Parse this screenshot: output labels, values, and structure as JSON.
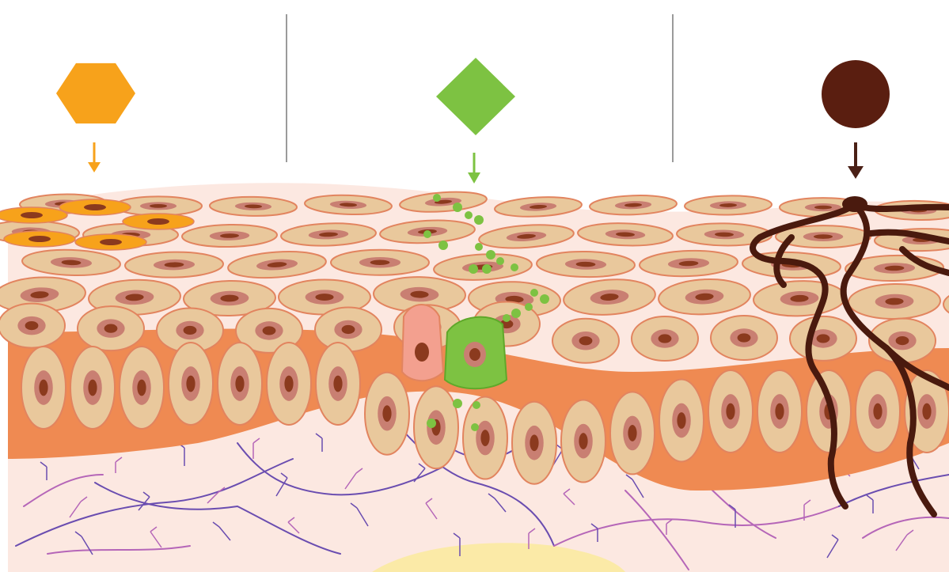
{
  "panels": [
    {
      "id": "irritant-panel",
      "marker_shape": "hexagon",
      "marker_color": "#F7A21B",
      "arrow_color": "#F7A21B"
    },
    {
      "id": "allergen-panel",
      "marker_shape": "diamond",
      "marker_color": "#7DC242",
      "arrow_color": "#7DC242"
    },
    {
      "id": "pathogen-panel",
      "marker_shape": "circle",
      "marker_color": "#5A1E10",
      "arrow_color": "#4A2016"
    }
  ],
  "colors": {
    "background": "#FFFFFF",
    "divider": "#9B9B9B",
    "dermis": "#FCE8E1",
    "basal_layer": "#EF8A52",
    "cell_fill": "#E9C89C",
    "cell_outline": "#E2845F",
    "nucleus_halo": "#C97F72",
    "nucleus": "#8B3A1E",
    "langerhans_cell": "#F3A08F",
    "activated_cell": "#7DC242",
    "nerve": "#6A4DB0",
    "vessel": "#B566B8",
    "fungal_hyphae": "#4A1A0E",
    "fat": "#FBEAA7"
  }
}
